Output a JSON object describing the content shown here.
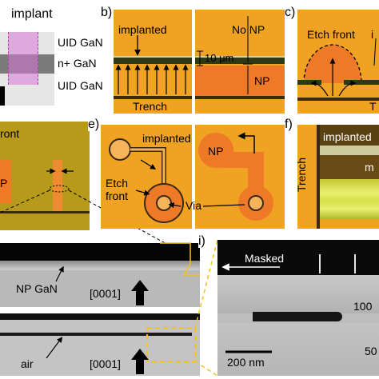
{
  "panel_a": {
    "implant": "implant",
    "uid_top": "UID GaN",
    "n_plus": "n+ GaN",
    "uid_bottom": "UID GaN"
  },
  "panel_b": {
    "label": "b)",
    "implanted": "implanted",
    "no_np": "No NP",
    "scale": "10 μm",
    "np": "NP",
    "trench": "Trench"
  },
  "panel_c": {
    "label": "c)",
    "etch_front": "Etch front",
    "cut_i": "i",
    "cut_t": "T"
  },
  "panel_d": {
    "front": "ront",
    "np": "P"
  },
  "panel_e": {
    "label": "e)",
    "implanted": "implanted",
    "etch": "Etch",
    "front": "front",
    "np": "NP",
    "via": "Via"
  },
  "panel_f": {
    "label": "f)",
    "implanted": "implanted",
    "m": "m",
    "trench": "Trench"
  },
  "panel_h": {
    "np_gan": "NP GaN",
    "dir_top": "[0001]",
    "air": "air",
    "dir_bottom": "[0001]"
  },
  "panel_i": {
    "label": "i)",
    "masked": "Masked",
    "scale": "200 nm",
    "num_100": "100",
    "num_50": "50"
  },
  "colors": {
    "gold": "#f0a223",
    "orange_np": "#ee7a27",
    "sem_gray": "#b9b9b9",
    "implant_pink": "#e8b6e8"
  }
}
